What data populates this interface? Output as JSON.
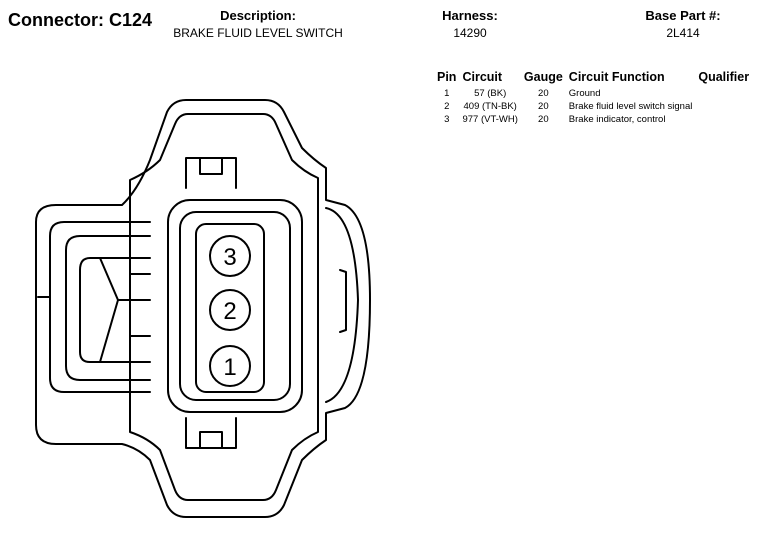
{
  "connector": {
    "title": "Connector: C124"
  },
  "description": {
    "label": "Description:",
    "value": "BRAKE FLUID LEVEL SWITCH"
  },
  "harness": {
    "label": "Harness:",
    "value": "14290"
  },
  "base_part": {
    "label": "Base Part #:",
    "value": "2L414"
  },
  "pin_table": {
    "headers": [
      "Pin",
      "Circuit",
      "Gauge",
      "Circuit Function",
      "Qualifier"
    ],
    "rows": [
      {
        "pin": "1",
        "circuit": "57 (BK)",
        "gauge": "20",
        "function": "Ground",
        "qualifier": ""
      },
      {
        "pin": "2",
        "circuit": "409 (TN-BK)",
        "gauge": "20",
        "function": "Brake fluid level switch signal",
        "qualifier": ""
      },
      {
        "pin": "3",
        "circuit": "977 (VT-WH)",
        "gauge": "20",
        "function": "Brake indicator, control",
        "qualifier": ""
      }
    ]
  },
  "diagram": {
    "pins": [
      "3",
      "2",
      "1"
    ],
    "line_color": "#000000",
    "background": "#ffffff"
  }
}
